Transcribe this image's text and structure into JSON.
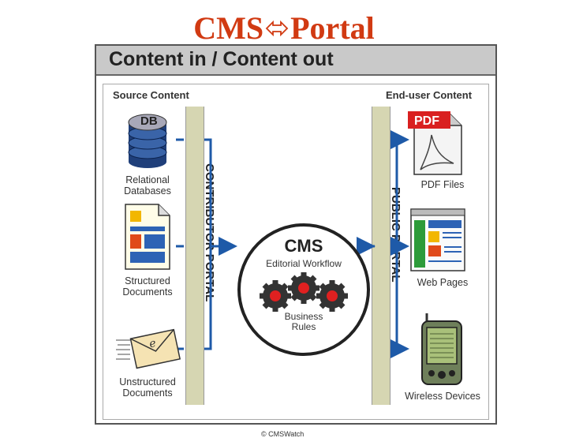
{
  "slide": {
    "title_left": "CMS",
    "title_right": "Portal",
    "title_color": "#d13a12",
    "arrow_icon": "double-arrow-icon"
  },
  "figure": {
    "header": "Content in / Content out",
    "source_label": "Source Content",
    "enduser_label": "End-user Content",
    "contributor_portal": "CONTRIBUTOR PORTAL",
    "public_portal": "PUBLIC PORTAL",
    "sources": [
      {
        "icon": "database-icon",
        "line1": "Relational",
        "line2": "Databases"
      },
      {
        "icon": "structured-document-icon",
        "line1": "Structured",
        "line2": "Documents"
      },
      {
        "icon": "email-envelope-icon",
        "line1": "Unstructured",
        "line2": "Documents"
      }
    ],
    "cms": {
      "title": "CMS",
      "subtitle": "Editorial Workflow",
      "rules_line1": "Business",
      "rules_line2": "Rules",
      "icon": "gears-icon"
    },
    "outputs": [
      {
        "icon": "pdf-file-icon",
        "label": "PDF Files",
        "badge": "PDF"
      },
      {
        "icon": "web-page-icon",
        "label": "Web Pages"
      },
      {
        "icon": "pda-device-icon",
        "label": "Wireless Devices"
      }
    ],
    "db_label": "DB",
    "copyright": "© CMSWatch",
    "colors": {
      "arrow": "#1e5aa8",
      "portal": "#d6d6b2",
      "gear": "#e02020",
      "pdf": "#d92020"
    }
  }
}
